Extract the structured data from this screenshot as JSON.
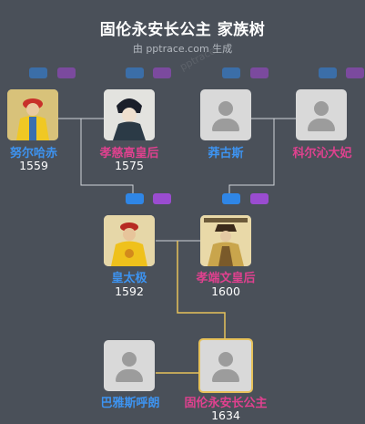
{
  "header": {
    "title": "固伦永安长公主 家族树",
    "subtitle": "由 pptrace.com 生成",
    "watermark": "pptrace"
  },
  "colors": {
    "background": "#4a5059",
    "male": "#3d93f0",
    "female": "#e0418f",
    "connector": "#d0d4d9",
    "descendant_connector": "#e6c15a"
  },
  "people": {
    "nurhaci": {
      "name": "努尔哈赤",
      "year": "1559",
      "gender": "male",
      "photo": "portrait"
    },
    "xiaocigao": {
      "name": "孝慈高皇后",
      "year": "1575",
      "gender": "female",
      "photo": "portrait"
    },
    "manggusi": {
      "name": "莽古斯",
      "year": "",
      "gender": "male",
      "photo": "person-silhouette-icon"
    },
    "korqin": {
      "name": "科尔沁大妃",
      "year": "",
      "gender": "female",
      "photo": "person-silhouette-icon"
    },
    "hongtaiji": {
      "name": "皇太极",
      "year": "1592",
      "gender": "male",
      "photo": "portrait"
    },
    "xiaoduanwen": {
      "name": "孝端文皇后",
      "year": "1600",
      "gender": "female",
      "photo": "portrait"
    },
    "bayasihulang": {
      "name": "巴雅斯呼朗",
      "year": "",
      "gender": "male",
      "photo": "person-silhouette-icon"
    },
    "yongan": {
      "name": "固伦永安长公主",
      "year": "1634",
      "gender": "female",
      "photo": "person-silhouette-icon",
      "selected": true
    }
  }
}
